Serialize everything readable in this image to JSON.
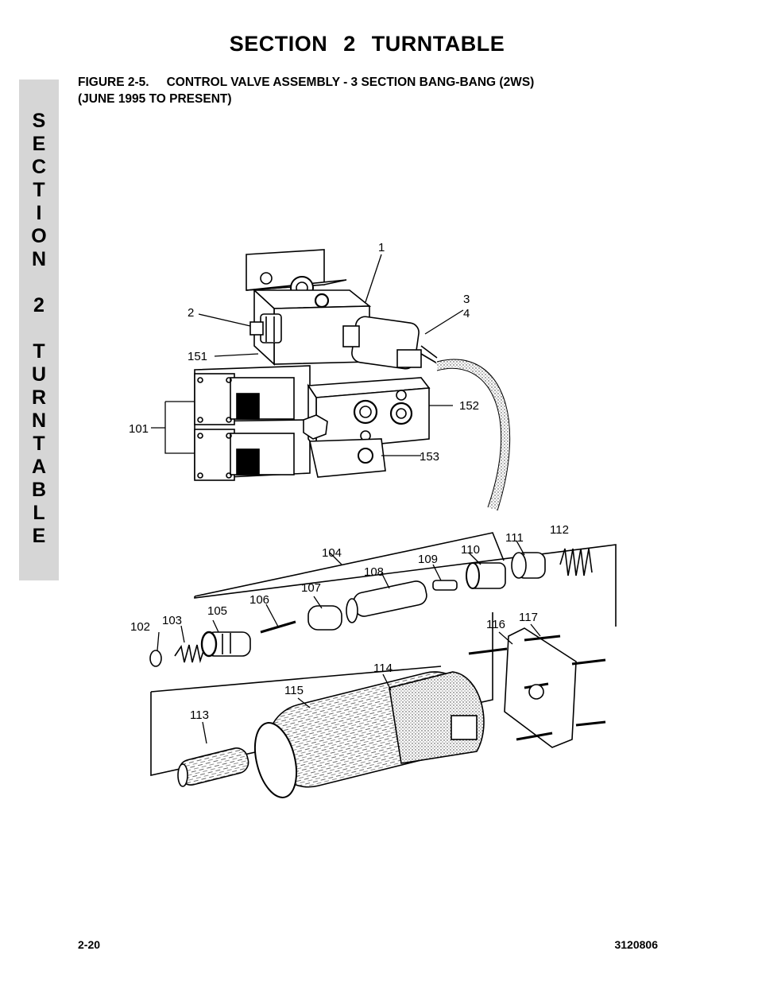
{
  "header": {
    "section_title": "SECTION 2   TURNTABLE"
  },
  "figure": {
    "number": "FIGURE 2-5.",
    "title": "CONTROL VALVE ASSEMBLY - 3 SECTION BANG-BANG (2WS)",
    "subtitle": "(JUNE 1995 TO PRESENT)"
  },
  "side_tab": {
    "letters": [
      "S",
      "E",
      "C",
      "T",
      "I",
      "O",
      "N",
      "",
      "2",
      "",
      "T",
      "U",
      "R",
      "N",
      "T",
      "A",
      "B",
      "L",
      "E"
    ]
  },
  "callouts": {
    "c1": "1",
    "c2": "2",
    "c3": "3",
    "c4": "4",
    "c151": "151",
    "c152": "152",
    "c153": "153",
    "c101": "101",
    "c104": "104",
    "c108": "108",
    "c109": "109",
    "c110": "110",
    "c111": "111",
    "c112": "112",
    "c106": "106",
    "c107": "107",
    "c105": "105",
    "c102": "102",
    "c103": "103",
    "c116": "116",
    "c117": "117",
    "c114": "114",
    "c115": "115",
    "c113": "113"
  },
  "footer": {
    "page_number": "2-20",
    "doc_number": "3120806"
  }
}
